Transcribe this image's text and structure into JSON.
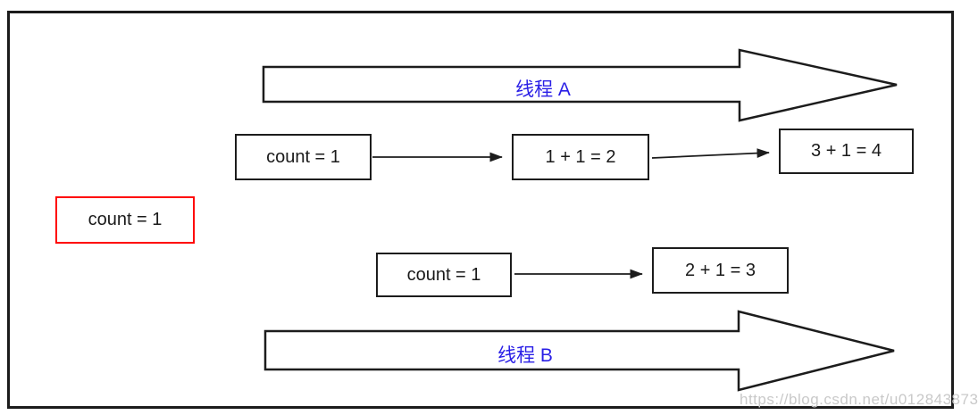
{
  "diagram": {
    "thread_a": {
      "label": "线程 A",
      "steps": [
        {
          "text": "count = 1"
        },
        {
          "text": "1 + 1 = 2"
        },
        {
          "text": "3 + 1 = 4"
        }
      ]
    },
    "shared_var": {
      "text": "count = 1"
    },
    "thread_b": {
      "label": "线程 B",
      "steps": [
        {
          "text": "count = 1"
        },
        {
          "text": "2 + 1 = 3"
        }
      ]
    },
    "watermark": "https://blog.csdn.net/u012843873",
    "colors": {
      "background": "#ffffff",
      "frame_border": "#1c1c1c",
      "box_border": "#1c1c1c",
      "box_text": "#1a1a1a",
      "thread_label": "#2a1fe6",
      "highlight_border": "#ff0000",
      "watermark": "#c9c9c9"
    }
  }
}
